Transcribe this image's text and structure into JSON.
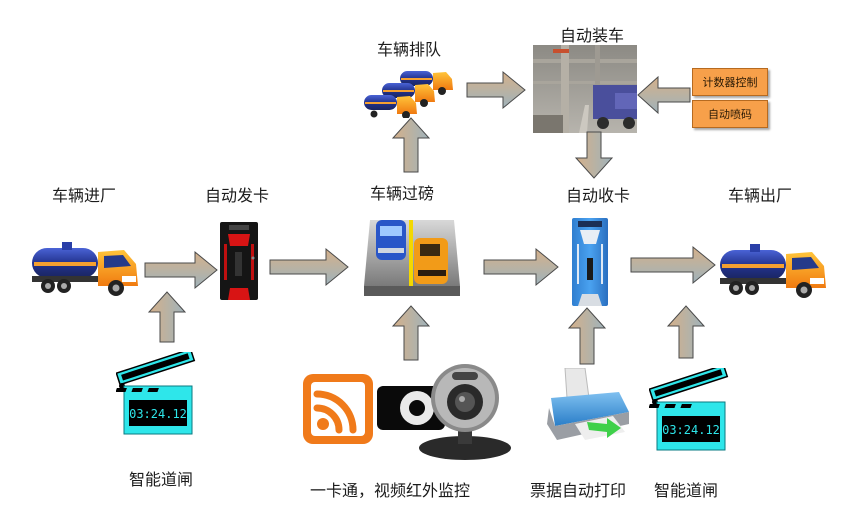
{
  "title": "车辆自动装车管理流程",
  "stages": {
    "vehicle_enter": "车辆进厂",
    "auto_card_issue": "自动发卡",
    "vehicle_queue": "车辆排队",
    "auto_loading": "自动装车",
    "vehicle_weighing": "车辆过磅",
    "auto_card_collect": "自动收卡",
    "vehicle_exit": "车辆出厂"
  },
  "control_tags": [
    "计数器控制",
    "自动喷码"
  ],
  "bottom": {
    "gate_left": "智能道闸",
    "card_video": "一卡通，视频红外监控",
    "ticket_print": "票据自动打印",
    "gate_right": "智能道闸"
  },
  "clapper_time": "03:24.12",
  "colors": {
    "arrow_top": "#d2b08e",
    "arrow_bottom": "#9db0b8",
    "tag_orange": "#f7a04a",
    "clapper_cyan": "#2ee6ea",
    "truck_tank": "#2a3fa8",
    "truck_cab": "#f7a21c",
    "issuer_red": "#d81414",
    "collector_blue": "#3a8fe0"
  }
}
